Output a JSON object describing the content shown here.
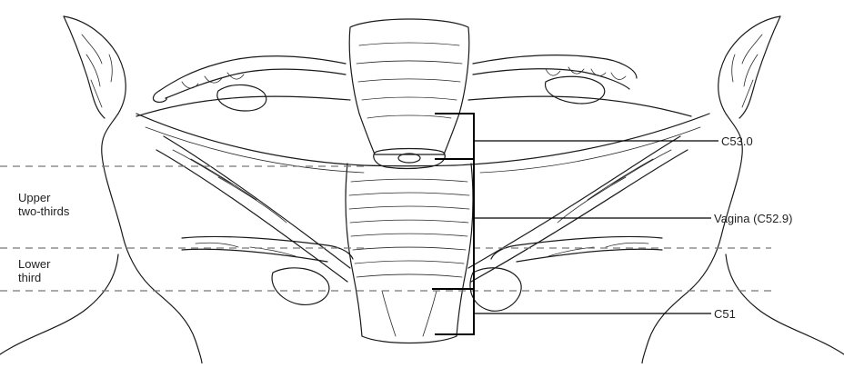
{
  "diagram": {
    "left_labels": {
      "upper": [
        "Upper",
        "two-thirds"
      ],
      "lower": [
        "Lower",
        "third"
      ]
    },
    "right_labels": {
      "cervix": "C53.0",
      "vagina": "Vagina (C52.9)",
      "vulva": "C51"
    }
  }
}
